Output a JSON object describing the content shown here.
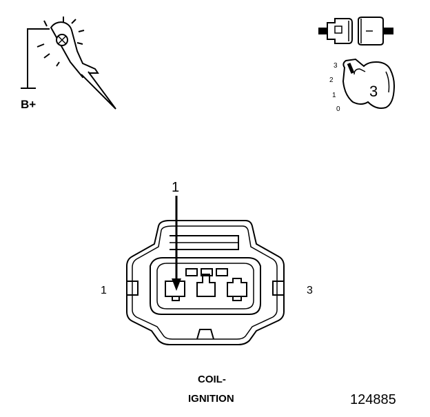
{
  "test_light": {
    "label": "B+"
  },
  "key_switch": {
    "positions": [
      "3",
      "2",
      "1",
      "0"
    ],
    "selected": "3"
  },
  "connector": {
    "callout": "1",
    "left_terminal": "1",
    "right_terminal": "3"
  },
  "caption": {
    "line1": "COIL-",
    "line2": "IGNITION"
  },
  "figure_number": "124885"
}
